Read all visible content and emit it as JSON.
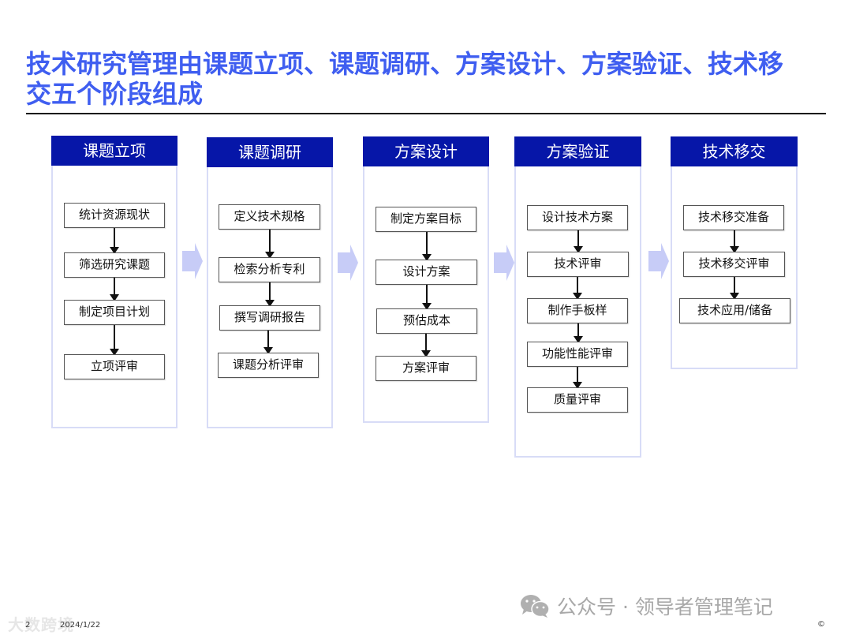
{
  "title": {
    "line1": "技术研究管理由课题立项、课题调研、方案设计、方案验证、技术移",
    "line2": "交五个阶段组成"
  },
  "colors": {
    "title": "#3f5ef0",
    "stage_header": "#0616a8",
    "stage_border": "#d8dcf7",
    "chevron": "#c7ccf7"
  },
  "stages": [
    {
      "label": "课题立项",
      "steps": [
        "统计资源现状",
        "筛选研究课题",
        "制定项目计划",
        "立项评审"
      ]
    },
    {
      "label": "课题调研",
      "steps": [
        "定义技术规格",
        "检索分析专利",
        "撰写调研报告",
        "课题分析评审"
      ]
    },
    {
      "label": "方案设计",
      "steps": [
        "制定方案目标",
        "设计方案",
        "预估成本",
        "方案评审"
      ]
    },
    {
      "label": "方案验证",
      "steps": [
        "设计技术方案",
        "技术评审",
        "制作手板样",
        "功能性能评审",
        "质量评审"
      ]
    },
    {
      "label": "技术移交",
      "steps": [
        "技术移交准备",
        "技术移交评审",
        "技术应用/储备"
      ]
    }
  ],
  "footer": {
    "page_number": "2",
    "date": "2024/1/22",
    "logo_watermark": "大数跨境",
    "watermark_text": "公众号 · 领导者管理笔记",
    "copyright": "©"
  }
}
